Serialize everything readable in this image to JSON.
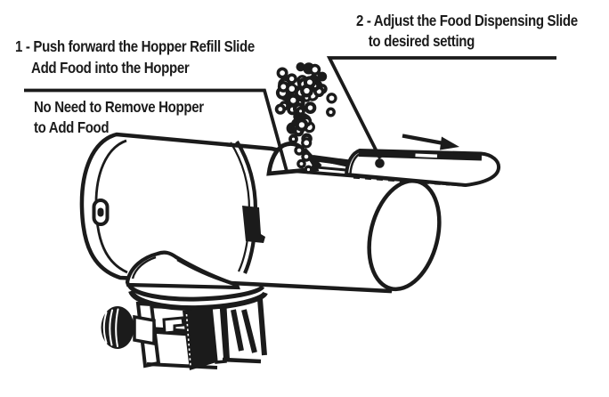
{
  "colors": {
    "ink": "#1b1b1b",
    "background": "#ffffff"
  },
  "annotations": {
    "step1": {
      "line1": "1 - Push forward the Hopper Refill Slide",
      "line2": "Add Food into the Hopper"
    },
    "note": {
      "line1": "No Need to Remove Hopper",
      "line2": "to Add Food"
    },
    "step2": {
      "line1": "2 - Adjust the Food Dispensing Slide",
      "line2": "to desired setting"
    }
  }
}
